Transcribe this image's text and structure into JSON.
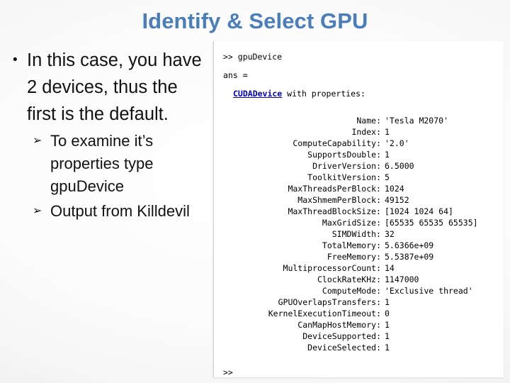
{
  "slide": {
    "title": "Identify & Select GPU",
    "title_color": "#4A7EBB",
    "background_color": "#f2f2f2"
  },
  "bullets": {
    "main": {
      "marker": "•",
      "text": "In this case, you have 2 devices, thus the first is the default."
    },
    "sub": [
      {
        "marker": "➢",
        "text": "To examine it’s properties type gpuDevice"
      },
      {
        "marker": "➢",
        "text": "Output from Killdevil"
      }
    ]
  },
  "console": {
    "command_line": ">> gpuDevice",
    "ans_line": "ans =",
    "header_prefix": "",
    "header_link": "CUDADevice",
    "header_suffix": " with properties:",
    "link_color": "#0000BB",
    "end_prompt": ">>",
    "properties": [
      {
        "key": "Name:",
        "value": "'Tesla M2070'"
      },
      {
        "key": "Index:",
        "value": "1"
      },
      {
        "key": "ComputeCapability:",
        "value": "'2.0'"
      },
      {
        "key": "SupportsDouble:",
        "value": "1"
      },
      {
        "key": "DriverVersion:",
        "value": "6.5000"
      },
      {
        "key": "ToolkitVersion:",
        "value": "5"
      },
      {
        "key": "MaxThreadsPerBlock:",
        "value": "1024"
      },
      {
        "key": "MaxShmemPerBlock:",
        "value": "49152"
      },
      {
        "key": "MaxThreadBlockSize:",
        "value": "[1024 1024 64]"
      },
      {
        "key": "MaxGridSize:",
        "value": "[65535 65535 65535]"
      },
      {
        "key": "SIMDWidth:",
        "value": "32"
      },
      {
        "key": "TotalMemory:",
        "value": "5.6366e+09"
      },
      {
        "key": "FreeMemory:",
        "value": "5.5387e+09"
      },
      {
        "key": "MultiprocessorCount:",
        "value": "14"
      },
      {
        "key": "ClockRateKHz:",
        "value": "1147000"
      },
      {
        "key": "ComputeMode:",
        "value": "'Exclusive thread'"
      },
      {
        "key": "GPUOverlapsTransfers:",
        "value": "1"
      },
      {
        "key": "KernelExecutionTimeout:",
        "value": "0"
      },
      {
        "key": "CanMapHostMemory:",
        "value": "1"
      },
      {
        "key": "DeviceSupported:",
        "value": "1"
      },
      {
        "key": "DeviceSelected:",
        "value": "1"
      }
    ]
  }
}
